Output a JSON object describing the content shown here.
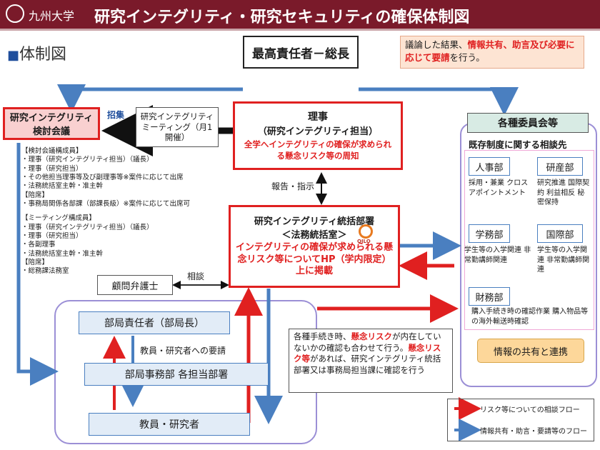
{
  "header": {
    "university": "九州大学",
    "title": "研究インテグリティ・研究セキュリティの確保体制図"
  },
  "section_title": "体制図",
  "top_executive": "最高責任者－総長",
  "note_top": {
    "prefix": "議論した結果、",
    "highlight": "情報共有、助言及び必要に応じて要請",
    "suffix": "を行う。"
  },
  "director": {
    "title": "理事",
    "subtitle": "（研究インテグリティ担当）",
    "note": "全学へインテグリティの確保が求められる懸念リスク等の周知"
  },
  "council": {
    "name": "研究インテグリティ検討会議",
    "invite_label": "招集"
  },
  "meeting": {
    "name": "研究インテグリティミーティング（月1開催）"
  },
  "member_list": [
    "【検討会議構成員】",
    "・理事（研究インテグリティ担当）（議長）",
    "・理事（研究担当）",
    "・その他担当理事等及び副理事等※案件に応じて出席",
    "・法務統括室主幹・准主幹",
    "【陪席】",
    "・事務局関係各部課（部課長級）※案件に応じて出席可",
    "",
    "【ミーティング構成員】",
    "・理事（研究インテグリティ担当）（議長）",
    "・理事（研究担当）",
    "・各副理事",
    "・法務統括室主幹・准主幹",
    "【陪席】",
    "・総務課法務室"
  ],
  "report_label": "報告・指示",
  "hq": {
    "title": "研究インテグリティ統括部署",
    "subtitle": "＜法務統括室＞",
    "note": "インテグリティの確保が求められる懸念リスク等についてHP（学内限定）上に掲載",
    "qilo_label": "QILO"
  },
  "lawyer": {
    "name": "顧問弁護士",
    "link_label": "相談"
  },
  "committees": {
    "title": "各種委員会等",
    "subtitle": "既存制度に関する相談先",
    "departments": [
      {
        "name": "人事部",
        "desc": "採用・兼業 クロスアポイントメント"
      },
      {
        "name": "研産部",
        "desc": "研究推進 国際契約 利益相反 秘密保持"
      },
      {
        "name": "学務部",
        "desc": "学生等の入学関連 非常勤講師関連"
      },
      {
        "name": "国際部",
        "desc": "学生等の入学関連 非常勤講師関連"
      },
      {
        "name": "財務部",
        "desc": "購入手続き時の確認作業 購入物品等の海外輸送時確認"
      }
    ],
    "share_label": "情報の共有と連携"
  },
  "local": {
    "head": "部局責任者（部局長）",
    "request_label": "教員・研究者への要請",
    "office": "部局事務部 各担当部署",
    "researchers": "教員・研究者"
  },
  "note_bottom": {
    "text1": "各種手続き時、",
    "risk1": "懸念リスク",
    "text2": "が内在していないかの確認も合わせて行う。",
    "risk2": "懸念リスク等",
    "text3": "があれば、研究インテグリティ統括部署又は事務局担当課に確認を行う"
  },
  "legend": {
    "risk_flow": "リスク等についての相談フロー",
    "info_flow": "情報共有・助言・要請等のフロー"
  },
  "colors": {
    "header_bg": "#7a1a2a",
    "risk_red": "#e02020",
    "flow_blue": "#4a7fc0",
    "panel_border": "#9b8fd6"
  }
}
